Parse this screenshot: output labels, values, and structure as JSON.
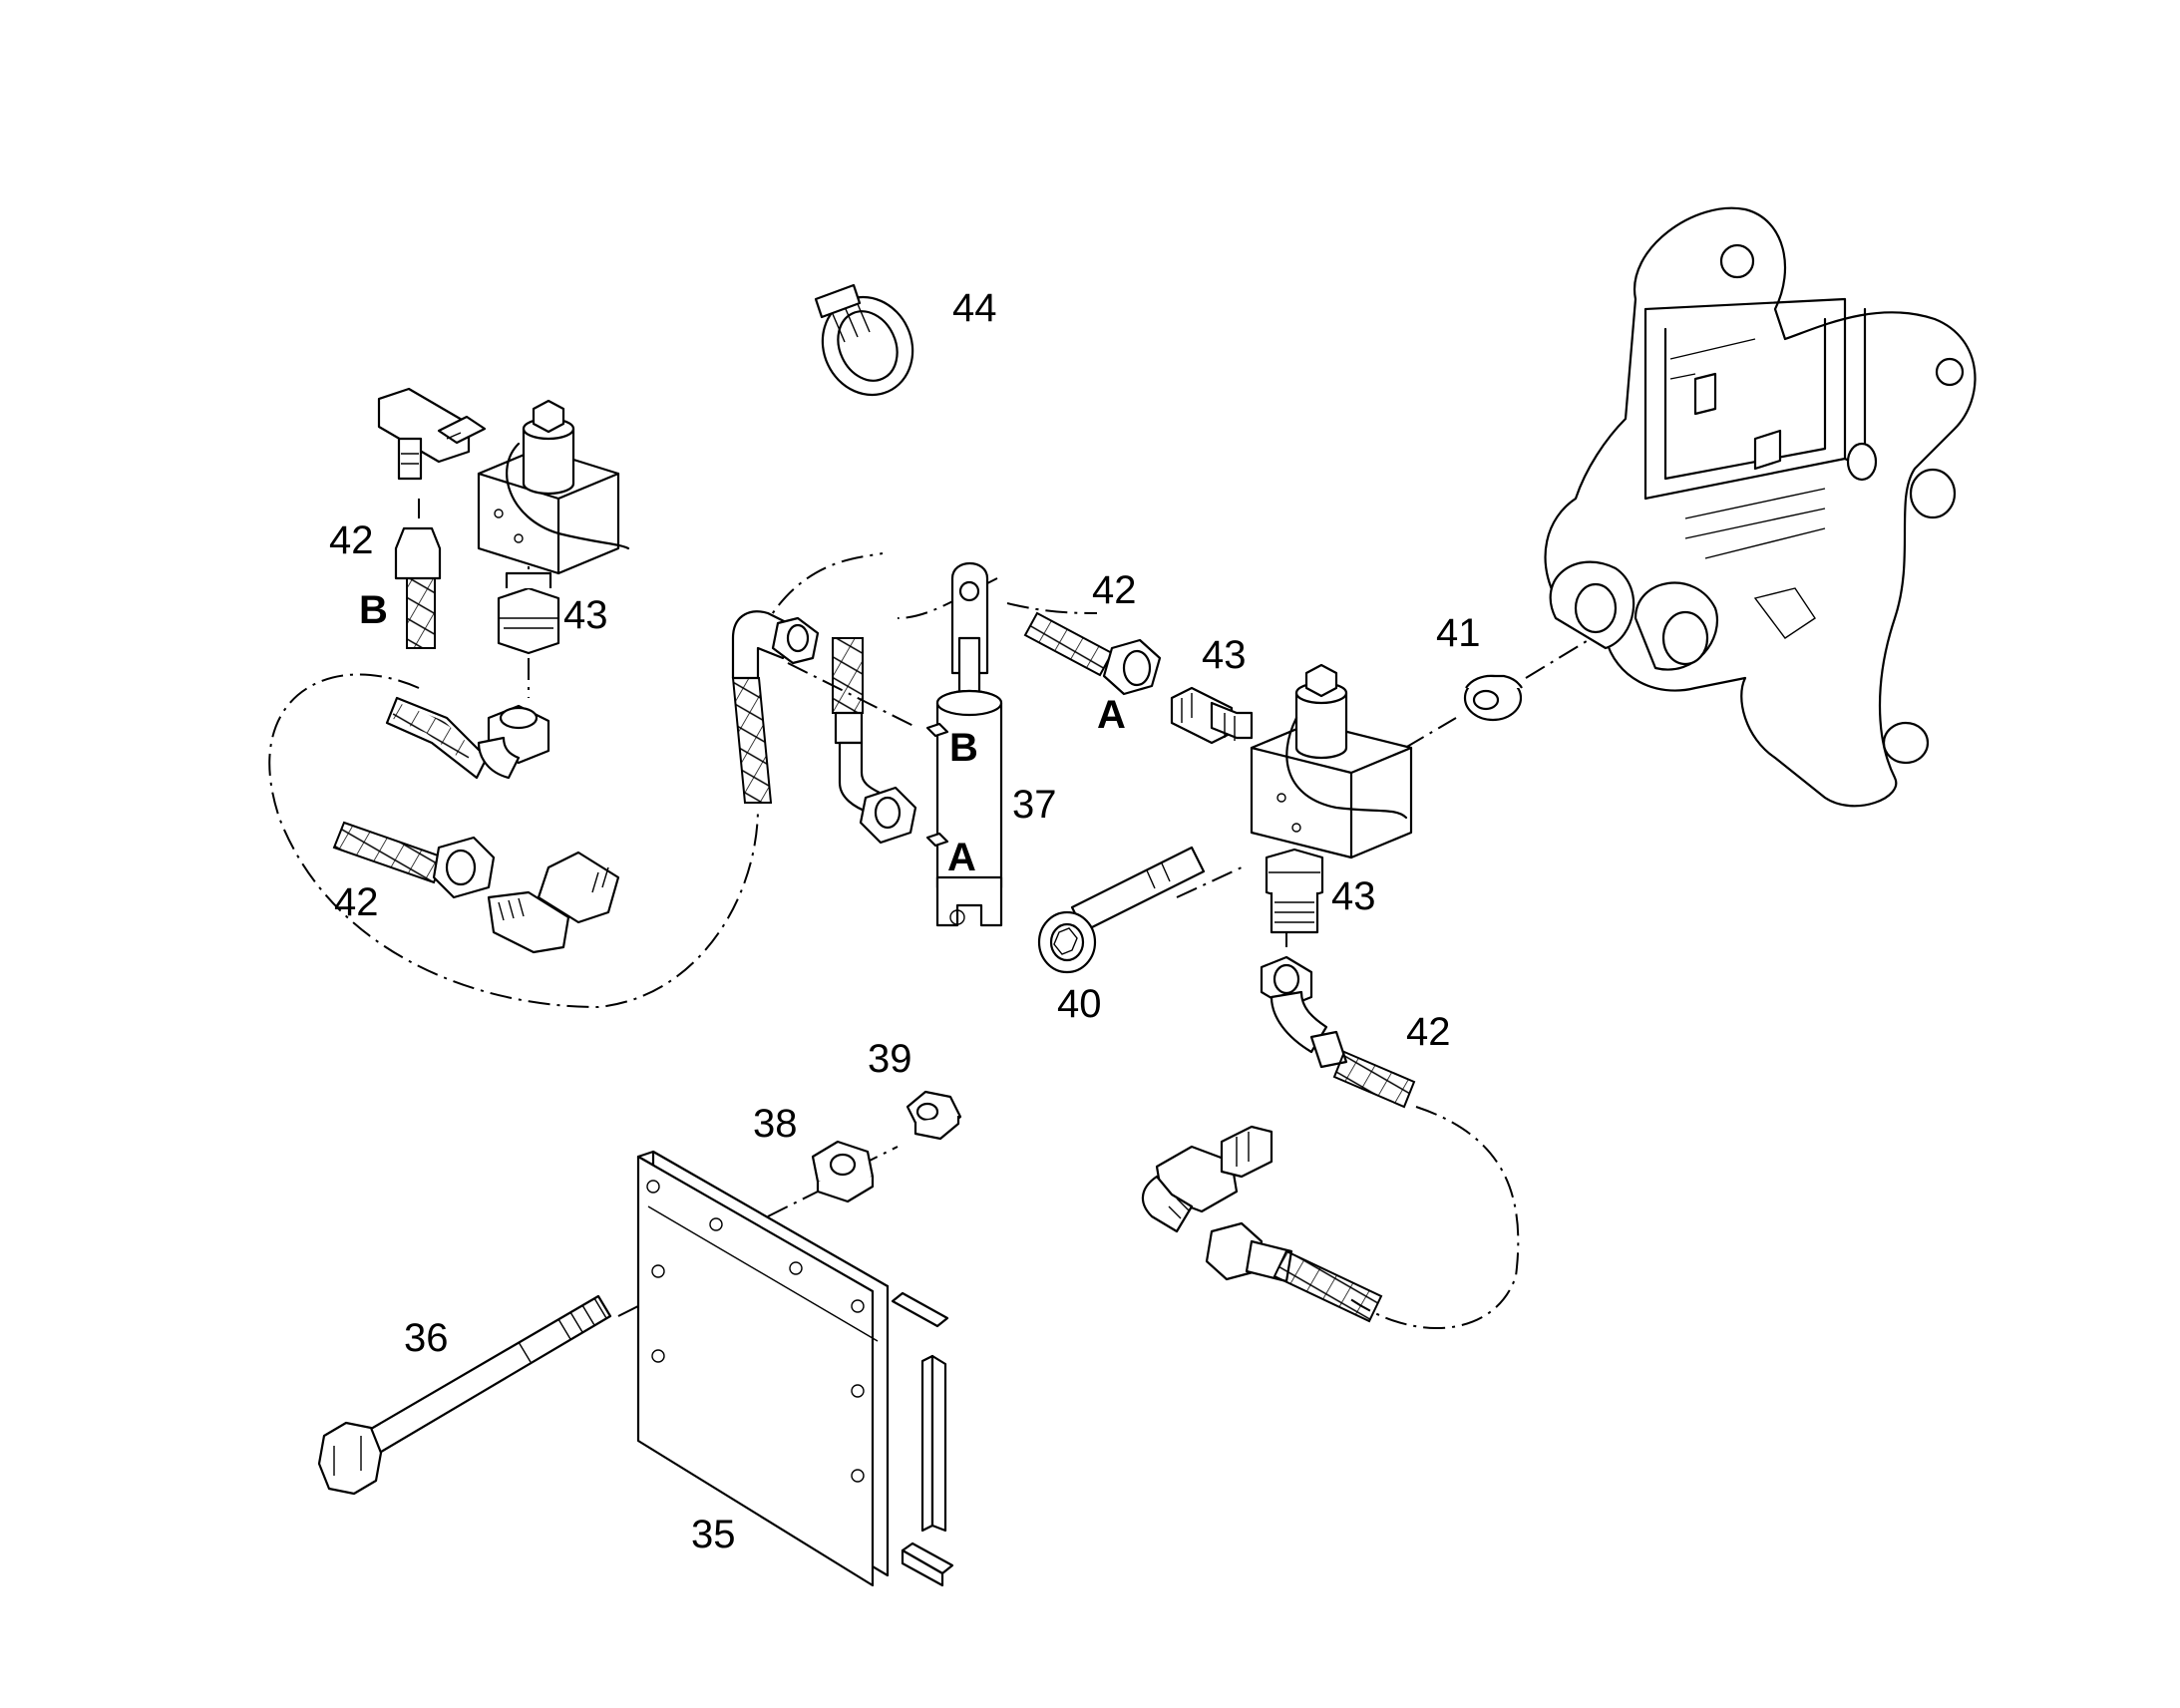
{
  "callouts": {
    "p35": "35",
    "p36": "36",
    "p37": "37",
    "p38": "38",
    "p39": "39",
    "p40": "40",
    "p41": "41",
    "p42_upper_left": "42",
    "p42_lower_left": "42",
    "p42_center": "42",
    "p42_lower_right": "42",
    "p43_left": "43",
    "p43_center": "43",
    "p43_right": "43",
    "p44": "44"
  },
  "port_labels": {
    "b_left": "B",
    "b_cylinder": "B",
    "a_cylinder": "A",
    "a_hose": "A"
  }
}
